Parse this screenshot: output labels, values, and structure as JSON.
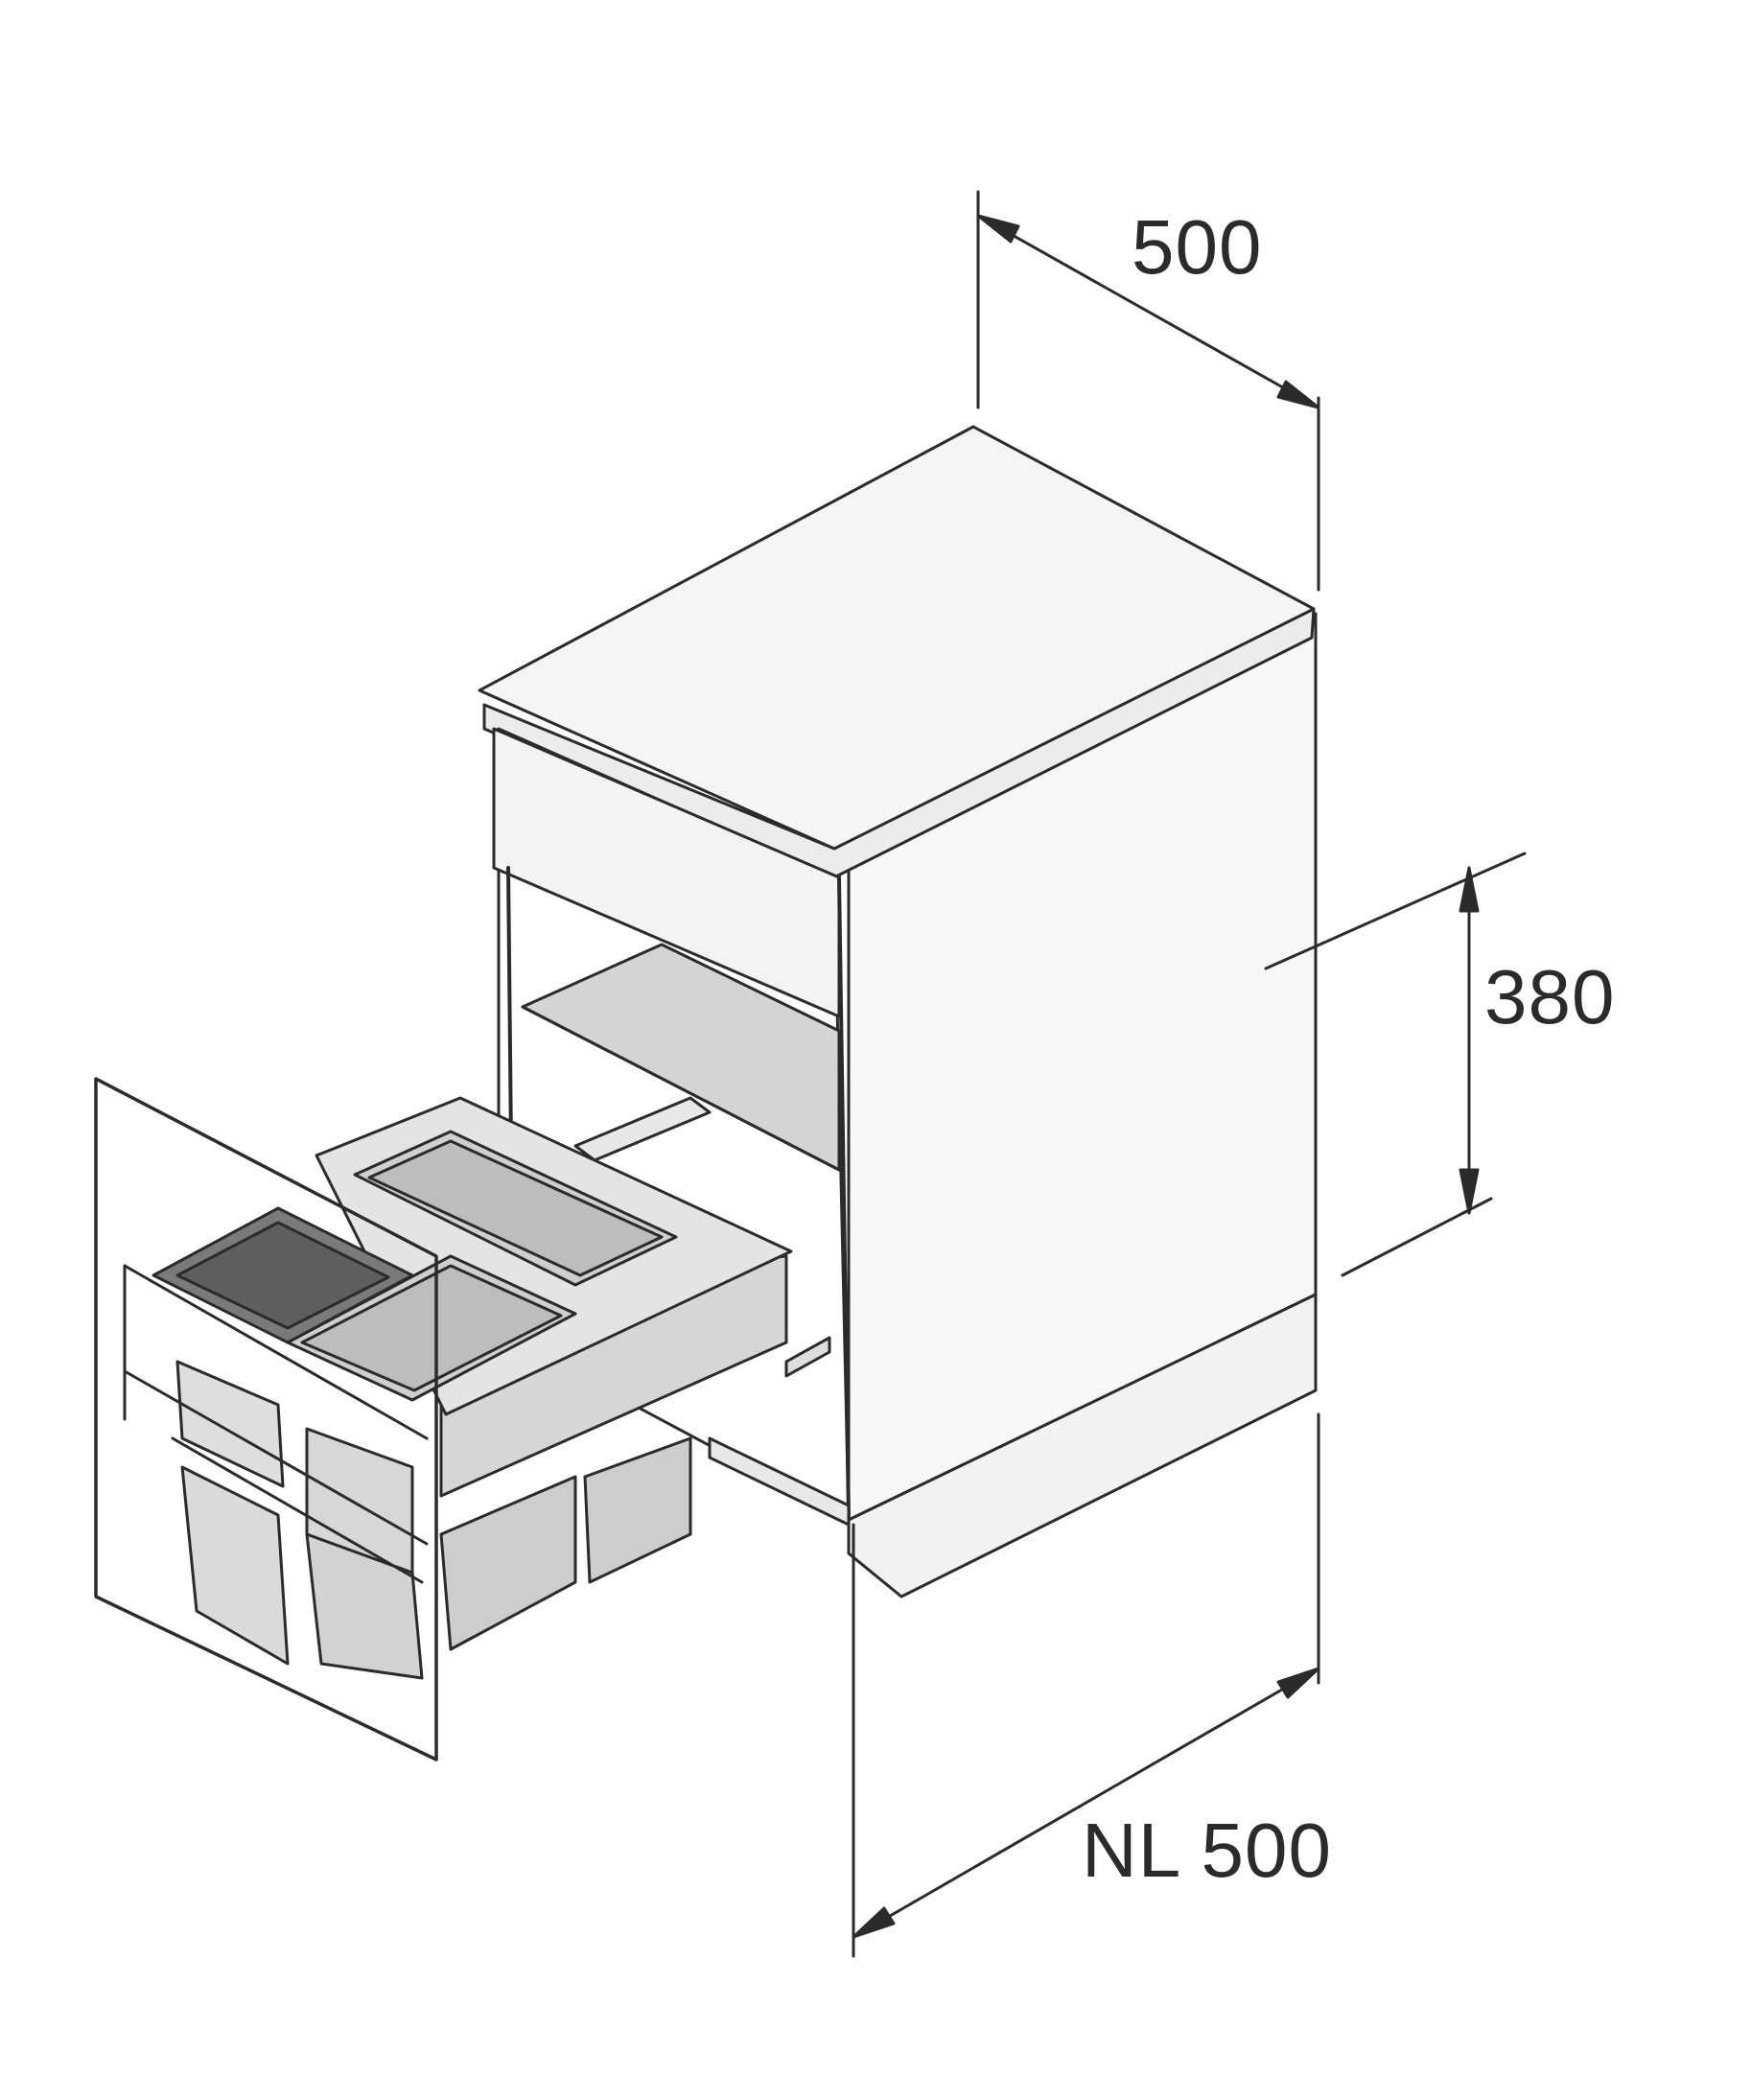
{
  "diagram": {
    "dimensions": {
      "depth": "500",
      "front_height": "380",
      "nominal_length": "NL 500"
    },
    "colors": {
      "line": "#2b2b2b",
      "panel_light": "#f7f7f7",
      "panel_mid": "#e6e6e6",
      "panel_dark": "#cfcfcf",
      "bin_grey": "#d9d9d9",
      "lid_dark": "#6e6e6e"
    }
  }
}
